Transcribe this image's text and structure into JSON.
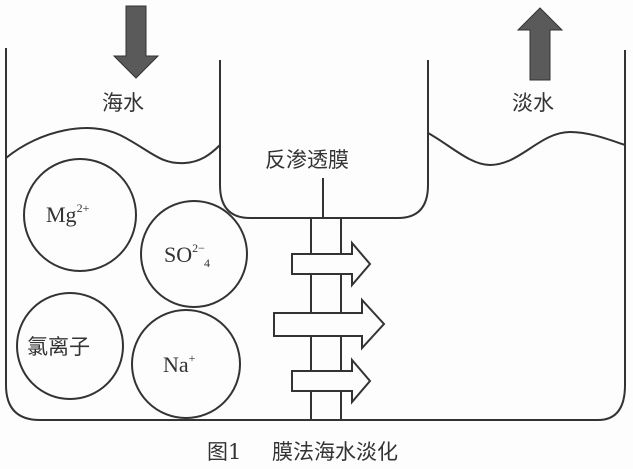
{
  "figure": {
    "caption_number": "图1",
    "caption_title": "膜法海水淡化"
  },
  "labels": {
    "seawater": "海水",
    "fresh_water": "淡水",
    "membrane": "反渗透膜"
  },
  "ions": [
    {
      "base": "Mg",
      "sup": "2+",
      "sub": ""
    },
    {
      "base": "SO",
      "sup": "2−",
      "sub": "4"
    },
    {
      "base": "氯离子",
      "sup": "",
      "sub": ""
    },
    {
      "base": "Na",
      "sup": "+",
      "sub": ""
    }
  ],
  "flow": {
    "inflow_direction": "down",
    "outflow_direction": "up",
    "membrane_arrows": 3,
    "membrane_arrow_direction": "right"
  },
  "colors": {
    "arrow_fill": "#5a5a5a",
    "stroke": "#333333"
  }
}
